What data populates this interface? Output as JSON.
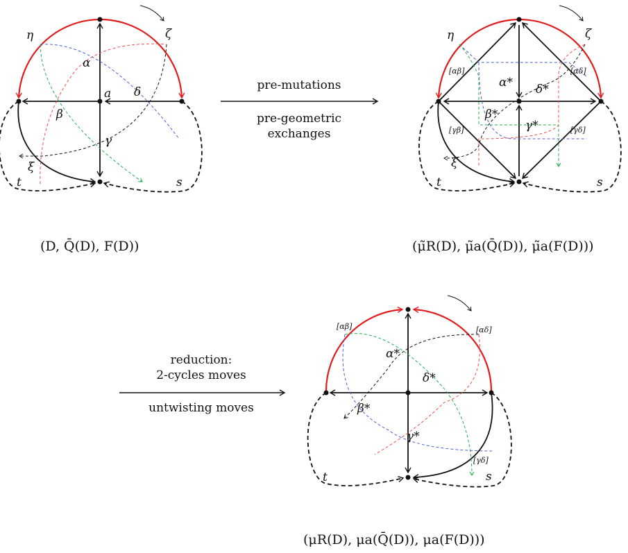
{
  "colors": {
    "arc": "#e01c1c",
    "blue": "#4a5fd0",
    "red": "#e8514a",
    "green": "#1fae4f",
    "black": "#111111"
  },
  "diagram1": {
    "labels": {
      "eta": "η",
      "zeta": "ζ",
      "alpha": "α",
      "a": "a",
      "beta": "β",
      "gamma": "γ",
      "delta": "δ",
      "xi": "ξ",
      "t": "t",
      "s": "s"
    },
    "caption": "(D, Q̄(D), F(D))"
  },
  "arrow1": {
    "top": "pre-mutations",
    "bottom_line1": "pre-geometric",
    "bottom_line2": "exchanges"
  },
  "diagram2": {
    "labels": {
      "eta": "η",
      "zeta": "ζ",
      "alpha_star": "α*",
      "beta_star": "β*",
      "gamma_star": "γ*",
      "delta_star": "δ*",
      "ab": "[αβ]",
      "ad": "[αδ]",
      "gb": "[γβ]",
      "gd": "[γδ]",
      "xi": "ξ",
      "t": "t",
      "s": "s"
    },
    "caption": "(μ̃R(D), μ̃a(Q̄(D)), μ̃a(F(D)))"
  },
  "arrow2": {
    "top_line1": "reduction:",
    "top_line2": "2-cycles moves",
    "bottom": "untwisting moves"
  },
  "diagram3": {
    "labels": {
      "ab": "[αβ]",
      "ad": "[αδ]",
      "alpha_star": "α*",
      "beta_star": "β*",
      "gamma_star": "γ*",
      "delta_star": "δ*",
      "gd": "[γδ]",
      "t": "t",
      "s": "s"
    },
    "caption": "(μR(D), μa(Q̄(D)), μa(F(D)))"
  }
}
